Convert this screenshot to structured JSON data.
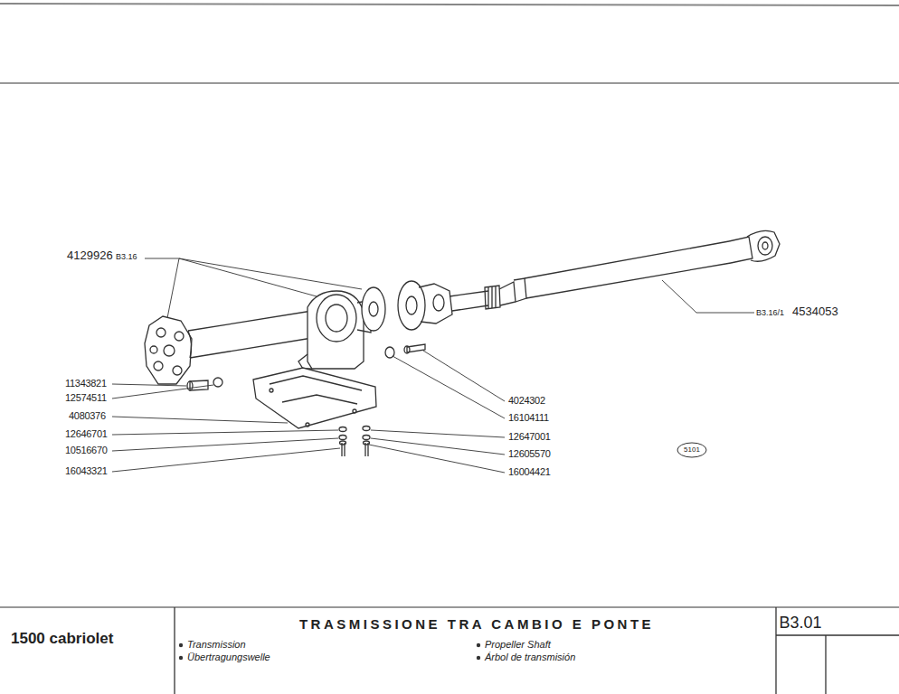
{
  "diagram": {
    "title": "TRASMISSIONE TRA CAMBIO E PONTE",
    "labels": [
      "4129926",
      "B3.16",
      "11343821",
      "12574511",
      "4080376",
      "12646701",
      "10516670",
      "16043321",
      "4024302",
      "16104111",
      "12647001",
      "12605570",
      "16004421",
      "B3.16/1",
      "4534053",
      "5101",
      "1500 cabriolet",
      "B3.01",
      "Transmission",
      "Übertragungswelle",
      "Propeller Shaft",
      "Árbol de transmisión"
    ]
  }
}
